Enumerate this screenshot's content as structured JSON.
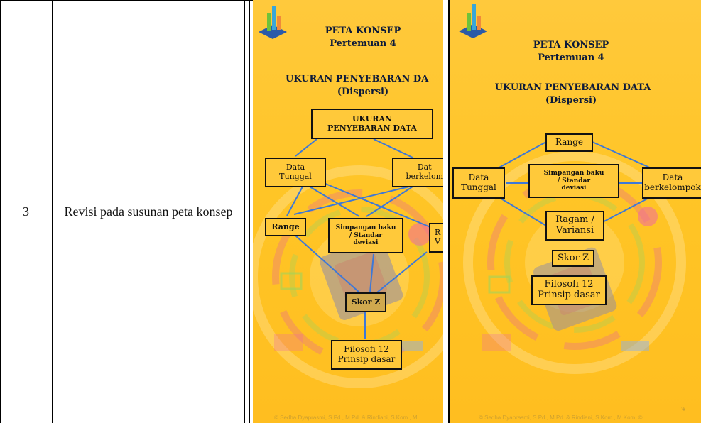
{
  "row": {
    "number": "3",
    "description": "Revisi pada susunan peta konsep"
  },
  "colors": {
    "slide_bg": "#ffc526",
    "arrow": "#3d78d8",
    "box_border": "#111111",
    "title_text": "#0c1a3a"
  },
  "slide_before": {
    "header": "PETA KONSEP",
    "subheader": "Pertemuan 4",
    "topic_line1": "UKURAN PENYEBARAN DA",
    "topic_line2": "(Dispersi)",
    "boxes": {
      "ukuran": "UKURAN\nPENYEBARAN DATA",
      "data_tunggal": "Data\nTunggal",
      "data_berkelompok": "Dat\nberkelom",
      "range": "Range",
      "simpangan": "Simpangan baku\n/ Standar\ndeviasi",
      "ragam": "R\nV",
      "skor_z": "Skor Z",
      "filosofi": "Filosofi 12\nPrinsip dasar"
    },
    "footer": "© Sedha Dyaprasmi, S.Pd., M.Pd. & Rindiani, S.Kom., M..."
  },
  "slide_after": {
    "header": "PETA KONSEP",
    "subheader": "Pertemuan 4",
    "topic_line1": "UKURAN PENYEBARAN DATA",
    "topic_line2": "(Dispersi)",
    "boxes": {
      "range": "Range",
      "data_tunggal": "Data\nTunggal",
      "simpangan": "Simpangan baku\n/ Standar\ndeviasi",
      "data_berkelompok": "Data\nberkelompok",
      "ragam": "Ragam /\nVariansi",
      "skor_z": "Skor Z",
      "filosofi": "Filosofi 12\nPrinsip dasar"
    },
    "footer": "© Sedha Dyaprasmi, S.Pd., M.Pd. & Rindiani, S.Kom., M.Kom. ©",
    "page_mark": "❦"
  }
}
